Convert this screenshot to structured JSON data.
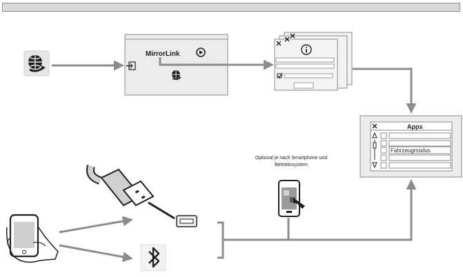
{
  "mirrorlink_screen": {
    "logo_text": "MirrorLink"
  },
  "apps_screen": {
    "title": "Apps",
    "highlighted_row_label": "Fahrzeugmodus"
  },
  "optional_note": {
    "line1": "Optional je nach Smartphone und",
    "line2": "Betriebssystem"
  },
  "icons": {
    "globe_button": "globe-arrow-icon",
    "info": "info-icon",
    "close": "close-icon",
    "play": "play-icon",
    "login": "login-icon",
    "usb": "usb-plug-icon",
    "bluetooth": "bluetooth-icon",
    "phone": "smartphone-icon",
    "phone_touch": "phone-touch-icon"
  },
  "colors": {
    "arrow": "#8c8c8c",
    "panel": "#ececec",
    "border": "#8a8a8a",
    "icon_dark": "#1f1f1f"
  }
}
